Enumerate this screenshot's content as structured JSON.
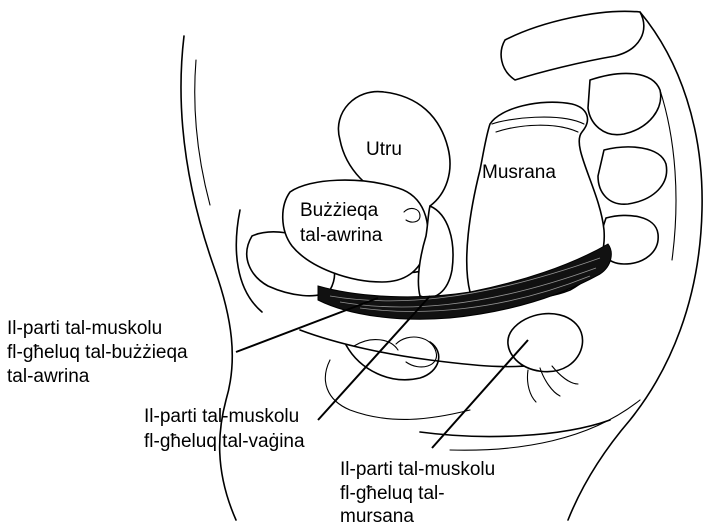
{
  "labels": {
    "uterus": "Utru",
    "rectum": "Musrana",
    "bladder": [
      "Bużżieqa",
      "tal-awrina"
    ],
    "muscle_bladder": [
      "Il-parti tal-muskolu",
      "fl-għeluq tal-bużżieqa",
      "tal-awrina"
    ],
    "muscle_vagina": [
      "Il-parti tal-muskolu",
      "fl-għeluq tal-vaġina"
    ],
    "muscle_rectum": [
      "Il-parti tal-muskolu",
      "fl-għeluq tal-",
      "mursana"
    ]
  },
  "colors": {
    "ink": "#000000",
    "background": "#ffffff",
    "muscle": "#111111"
  }
}
